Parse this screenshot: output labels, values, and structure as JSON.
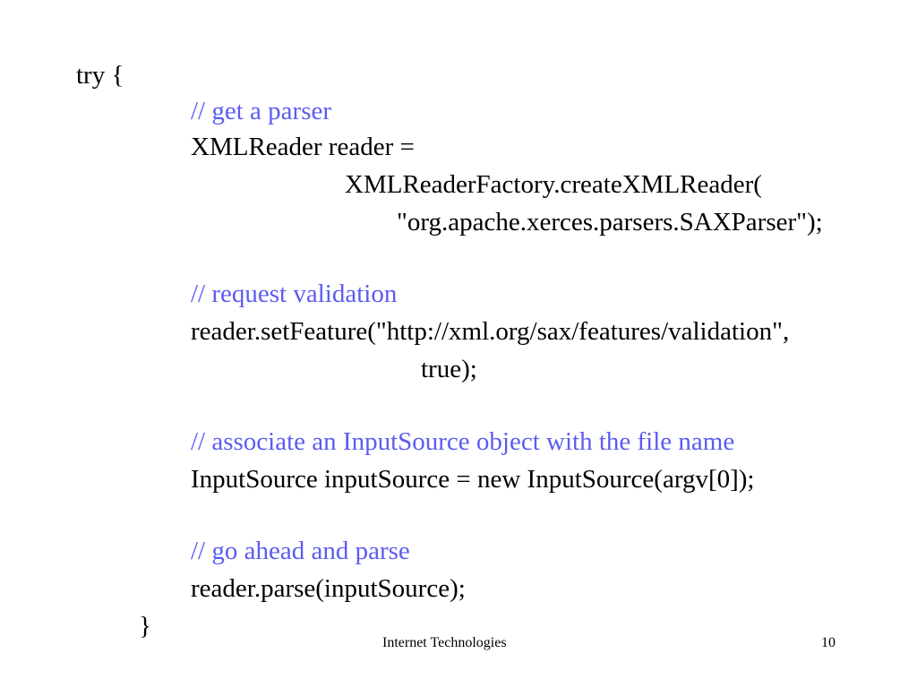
{
  "slide": {
    "lines": [
      {
        "text": "try {"
      },
      {
        "text": "// get a parser"
      },
      {
        "text": "XMLReader reader ="
      },
      {
        "text": "XMLReaderFactory.createXMLReader("
      },
      {
        "text": "\"org.apache.xerces.parsers.SAXParser\");"
      },
      {
        "text": "// request validation"
      },
      {
        "text": "reader.setFeature(\"http://xml.org/sax/features/validation\","
      },
      {
        "text": "true);"
      },
      {
        "text": "// associate an InputSource object with the file name"
      },
      {
        "text": "InputSource inputSource = new InputSource(argv[0]);"
      },
      {
        "text": "// go ahead and parse"
      },
      {
        "text": "reader.parse(inputSource);"
      },
      {
        "text": "}"
      }
    ]
  },
  "footer": {
    "title": "Internet Technologies",
    "page_number": "10"
  },
  "colors": {
    "comment": "#5c5cf0",
    "code": "#000000",
    "background": "#ffffff"
  }
}
